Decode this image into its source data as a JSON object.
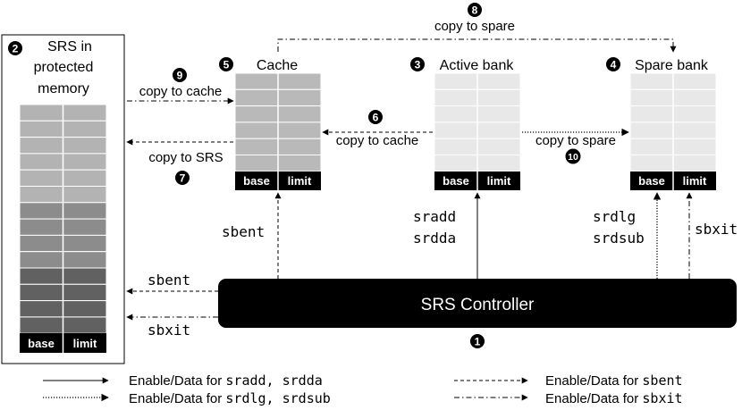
{
  "protected_memory": {
    "badge": "2",
    "title_lines": [
      "SRS in",
      "protected",
      "memory"
    ],
    "rows": 14,
    "col_labels": [
      "base",
      "limit"
    ]
  },
  "cache": {
    "badge": "5",
    "title": "Cache",
    "rows": 6,
    "col_labels": [
      "base",
      "limit"
    ]
  },
  "active_bank": {
    "badge": "3",
    "title": "Active bank",
    "rows": 6,
    "col_labels": [
      "base",
      "limit"
    ]
  },
  "spare_bank": {
    "badge": "4",
    "title": "Spare bank",
    "rows": 6,
    "col_labels": [
      "base",
      "limit"
    ]
  },
  "controller": {
    "label": "SRS Controller",
    "badge": "1"
  },
  "arrows": {
    "copy_to_spare_top": {
      "badge": "8",
      "label": "copy to spare"
    },
    "copy_to_cache_left": {
      "badge": "9",
      "label": "copy to cache"
    },
    "copy_to_srs": {
      "badge": "7",
      "label": "copy to SRS"
    },
    "copy_to_cache_mid": {
      "badge": "6",
      "label": "copy to cache"
    },
    "copy_to_spare_mid": {
      "badge": "10",
      "label": "copy to spare"
    }
  },
  "signals": {
    "sbent_up": "sbent",
    "sradd": "sradd",
    "srdda": "srdda",
    "srdlg": "srdlg",
    "srdsub": "srdsub",
    "sbxit_up": "sbxit",
    "sbent_left": "sbent",
    "sbxit_left": "sbxit"
  },
  "legend": {
    "solid_prefix": "Enable/Data for ",
    "solid_code": "sradd, srdda",
    "dotted_prefix": "Enable/Data for ",
    "dotted_code": "srdlg, srdsub",
    "dashed_prefix": "Enable/Data for ",
    "dashed_code": "sbent",
    "dashdot_prefix": "Enable/Data for ",
    "dashdot_code": "sbxit"
  },
  "colors": {
    "badge_fill": "#000000",
    "cache_cell": "#b9b9b9",
    "bank_cell": "#e8e8e8",
    "protected_light": "#b3b3b3",
    "protected_mid": "#8c8c8c",
    "protected_dark": "#616161"
  }
}
